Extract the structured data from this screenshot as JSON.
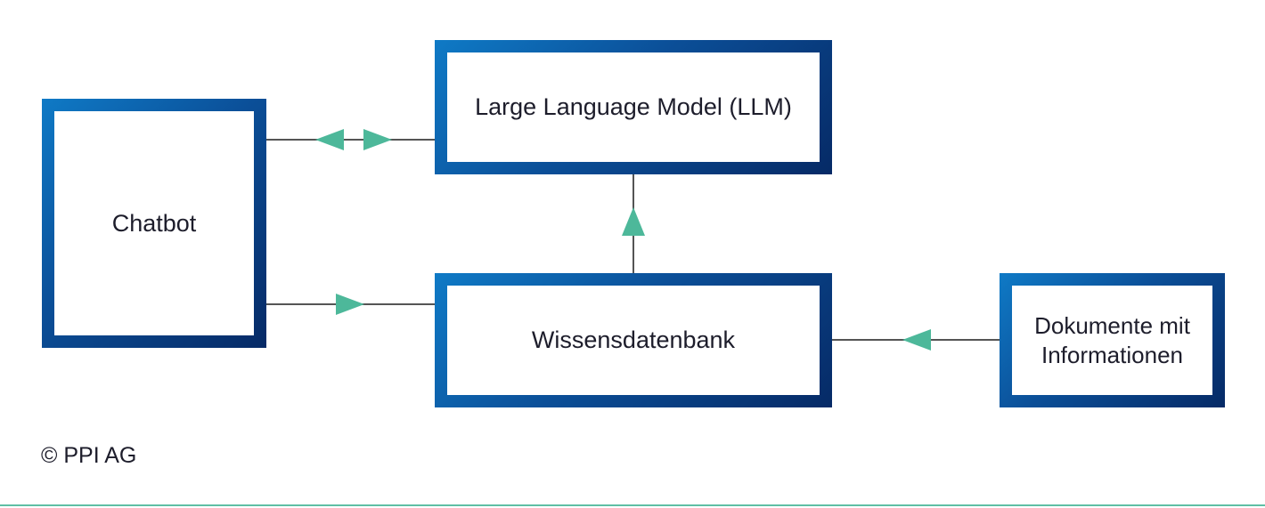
{
  "nodes": {
    "chatbot": "Chatbot",
    "llm": "Large Language Model (LLM)",
    "knowledge_base": "Wissensdatenbank",
    "documents": "Dokumente mit\nInformationen"
  },
  "edges": [
    {
      "from": "Chatbot",
      "to": "Large Language Model (LLM)",
      "direction": "bidirectional"
    },
    {
      "from": "Large Language Model (LLM)",
      "to": "Chatbot",
      "direction": "bidirectional"
    },
    {
      "from": "Wissensdatenbank",
      "to": "Large Language Model (LLM)",
      "direction": "up"
    },
    {
      "from": "Chatbot",
      "to": "Wissensdatenbank",
      "direction": "right"
    },
    {
      "from": "Dokumente mit Informationen",
      "to": "Wissensdatenbank",
      "direction": "left"
    }
  ],
  "colors": {
    "box_gradient_start": "#0f7ac6",
    "box_gradient_end": "#062a66",
    "arrow": "#4db89a",
    "line": "#555555",
    "footer_rule": "#5fbfa5"
  },
  "footer": {
    "copyright": "© PPI AG"
  }
}
